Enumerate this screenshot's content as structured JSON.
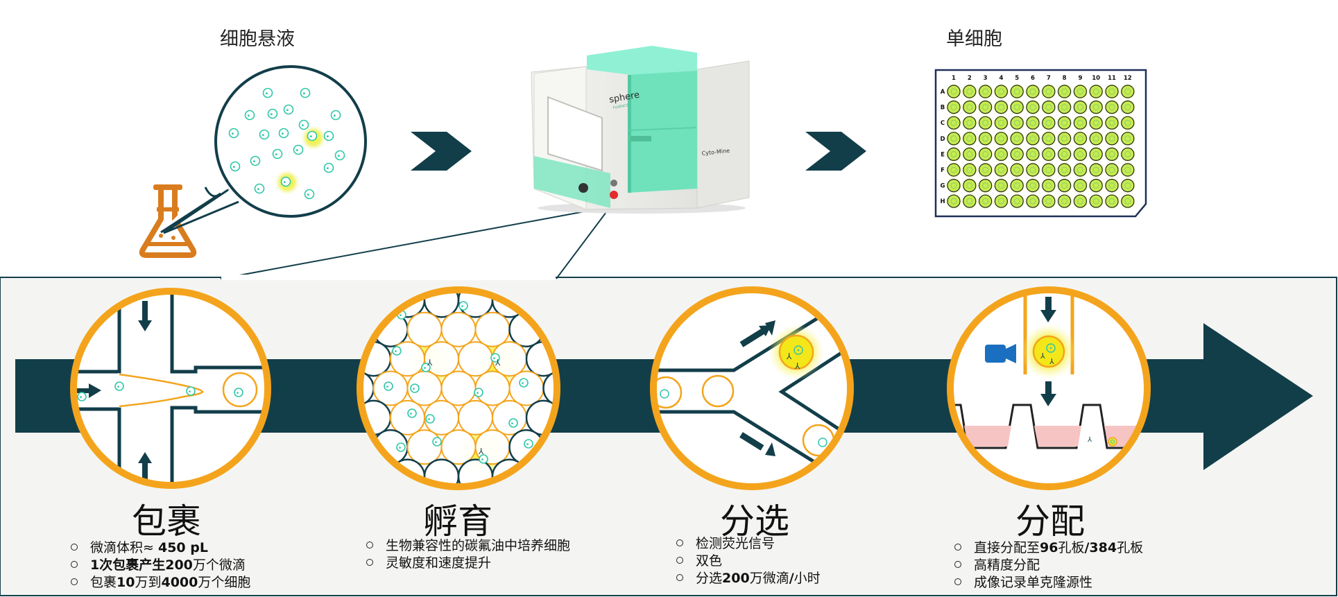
{
  "top": {
    "suspension_label": "细胞悬液",
    "single_cell_label": "单细胞",
    "device_brand": "sphere",
    "device_brand_sub": "FLUIDICS",
    "device_model": "Cyto-Mine"
  },
  "plate": {
    "columns": [
      "1",
      "2",
      "3",
      "4",
      "5",
      "6",
      "7",
      "8",
      "9",
      "10",
      "11",
      "12"
    ],
    "rows": [
      "A",
      "B",
      "C",
      "D",
      "E",
      "F",
      "G",
      "H"
    ]
  },
  "stages": [
    {
      "title": "包裹",
      "bullets": [
        [
          "微滴体积≈ ",
          "450 pL",
          ""
        ],
        [
          "1次包裹产生",
          "200",
          "万个微滴"
        ],
        [
          "包裹",
          "10",
          "万到",
          "4000",
          "万个细胞"
        ]
      ]
    },
    {
      "title": "孵育",
      "bullets": [
        [
          "生物兼容性的碳氟油中培养细胞"
        ],
        [
          "灵敏度和速度提升"
        ]
      ]
    },
    {
      "title": "分选",
      "bullets": [
        [
          "检测荧光信号"
        ],
        [
          "双色"
        ],
        [
          "分选",
          "200",
          "万微滴",
          "/",
          "小时"
        ]
      ]
    },
    {
      "title": "分配",
      "bullets": [
        [
          "直接分配至",
          "96",
          "孔板",
          "/384",
          "孔板"
        ],
        [
          "高精度分配"
        ],
        [
          "成像记录单克隆源性"
        ]
      ]
    }
  ],
  "colors": {
    "dark": "#123e4a",
    "orange": "#f4a41c",
    "cell": "#2ec7a8",
    "glow": "#f7e81a",
    "mint": "#6fe2bb",
    "pink": "#f7c4c4",
    "camera": "#1b6fc0",
    "flask": "#d97c1e"
  }
}
